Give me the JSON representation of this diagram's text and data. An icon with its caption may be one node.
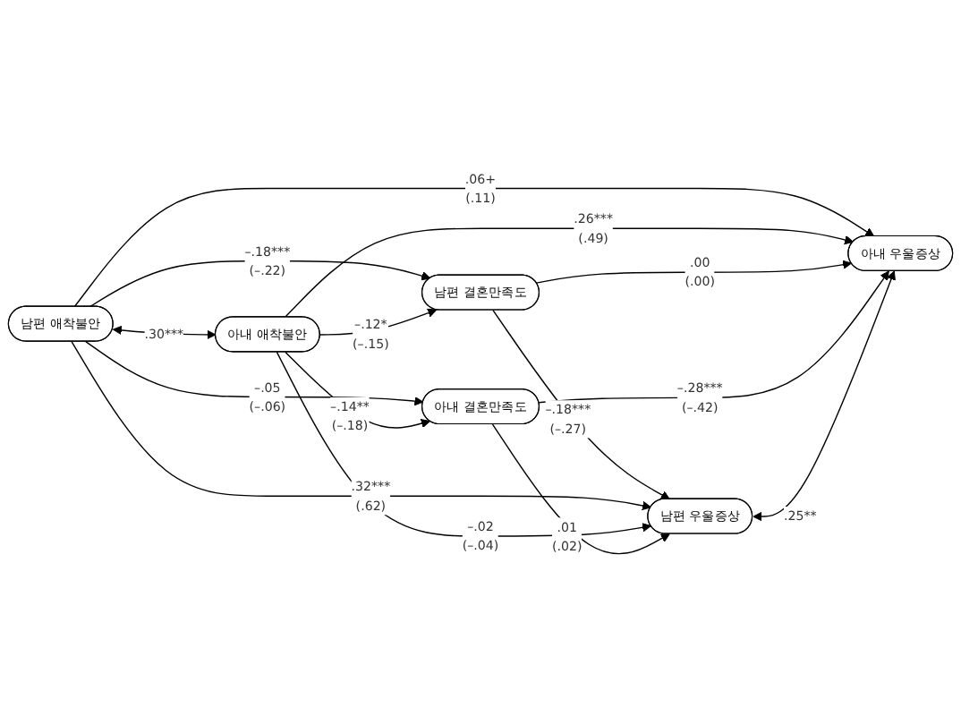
{
  "diagram": {
    "nodes": [
      {
        "text": [
          "남편 결혼만족도"
        ]
      },
      {
        "text": [
          "남편 애착불안"
        ]
      },
      {
        "text": [
          "남편 우울증상"
        ]
      },
      {
        "text": [
          "아내 애착불안"
        ]
      },
      {
        "text": [
          "아내 우울증상"
        ]
      },
      {
        "text": [
          "아내 결혼만족도"
        ]
      }
    ],
    "edges": [
      {
        "from": 1,
        "to": 0,
        "arrow": "to",
        "label": "–.18*** (–.22)"
      },
      {
        "from": 0,
        "to": 2,
        "arrow": "to",
        "label": "–.18*** (–.27)"
      },
      {
        "from": 1,
        "to": 2,
        "arrow": "to",
        "label": ".32*** (.62)"
      },
      {
        "from": 1,
        "to": 4,
        "arrow": "to",
        "label": ".06+ (.11)"
      },
      {
        "from": 1,
        "to": 5,
        "arrow": "to",
        "label": "–.05 (–.06)"
      },
      {
        "from": 3,
        "to": 0,
        "arrow": "to",
        "label": "–.12* (–.15)"
      },
      {
        "from": 3,
        "to": 2,
        "arrow": "to",
        "label": "–.02 (–.04)"
      },
      {
        "from": 3,
        "to": 4,
        "arrow": "to",
        "label": ".26*** (.49)"
      },
      {
        "from": 3,
        "to": 5,
        "arrow": "to",
        "label": "–.14** (–.18)"
      },
      {
        "from": 0,
        "to": 4,
        "arrow": "to",
        "label": ".00 (.00)"
      },
      {
        "from": 5,
        "to": 2,
        "arrow": "to",
        "label": ".01 (.02)"
      },
      {
        "from": 5,
        "to": 4,
        "arrow": "to",
        "label": "–.28*** (–.42)"
      },
      {
        "from": 1,
        "to": 3,
        "arrow": "both",
        "label": ".30***"
      },
      {
        "from": 2,
        "to": 4,
        "arrow": "both",
        "label": ".25**"
      }
    ]
  }
}
